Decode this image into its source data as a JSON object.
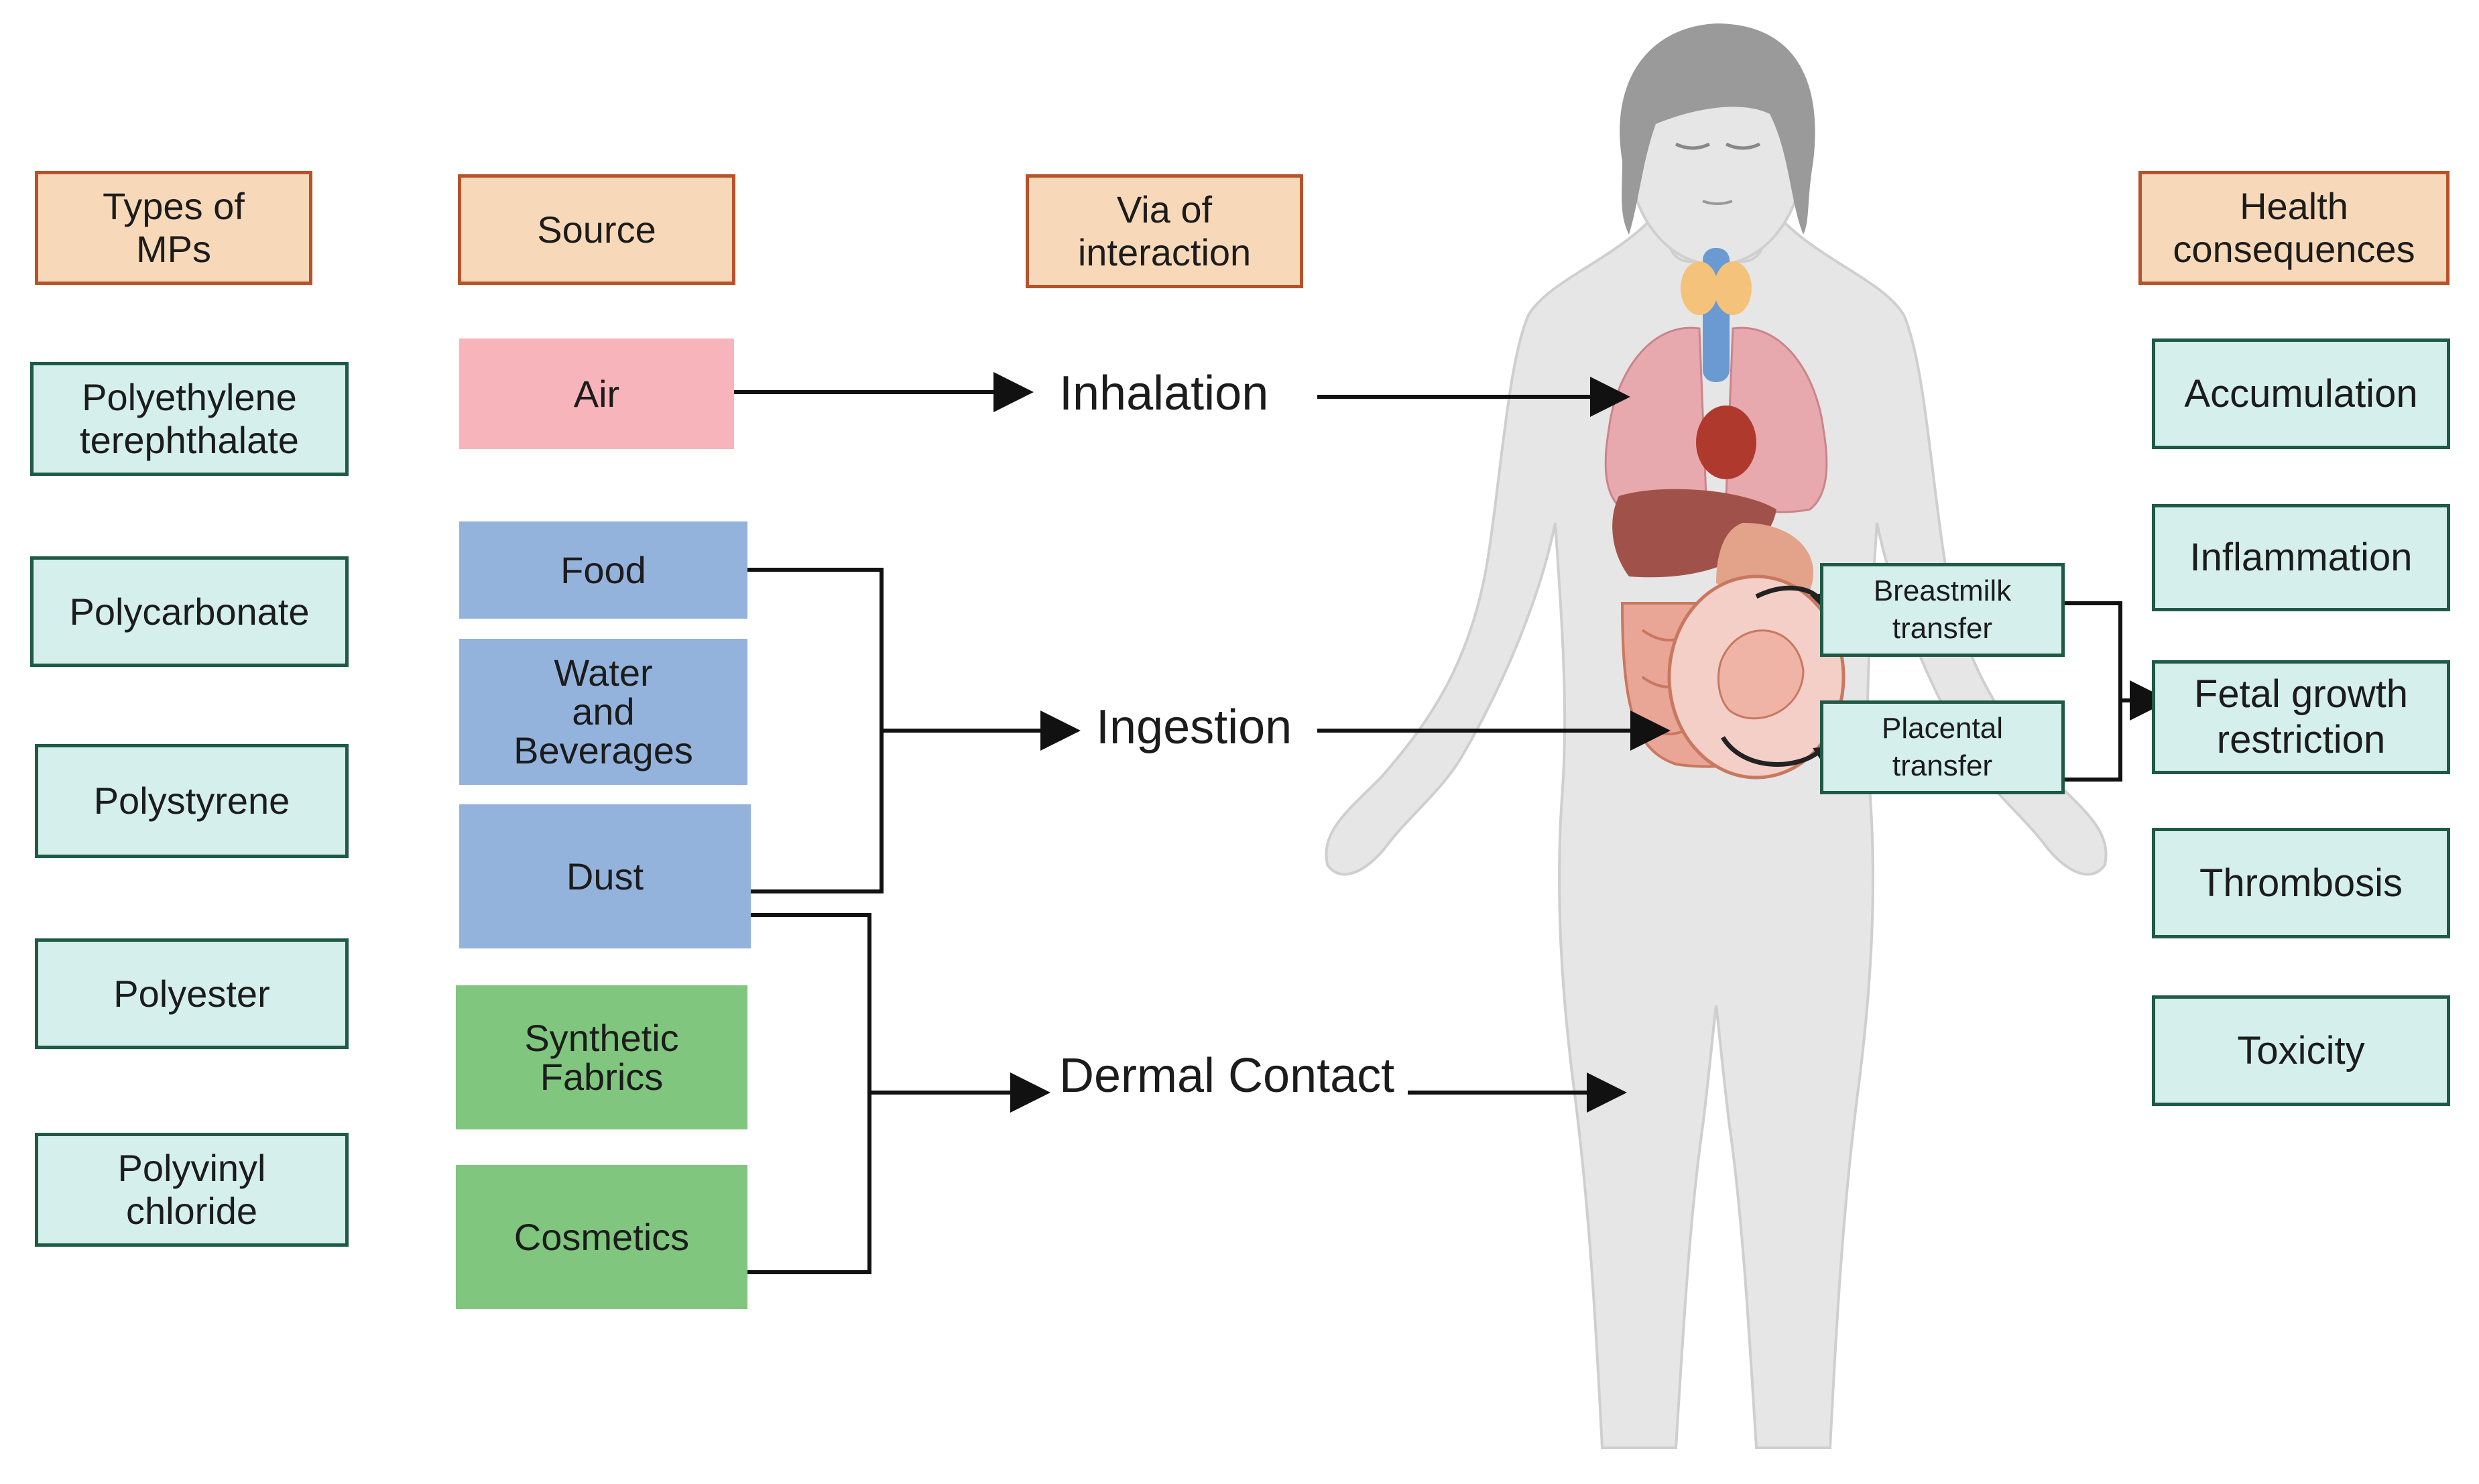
{
  "headers": {
    "types": "Types of\nMPs",
    "source": "Source",
    "via": "Via of\ninteraction",
    "health": "Health\nconsequences"
  },
  "types_of_mps": [
    "Polyethylene\nterephthalate",
    "Polycarbonate",
    "Polystyrene",
    "Polyester",
    "Polyvinyl\nchloride"
  ],
  "sources": {
    "air": "Air",
    "food": "Food",
    "water": "Water\nand\nBeverages",
    "dust": "Dust",
    "fabrics": "Synthetic\nFabrics",
    "cosmetics": "Cosmetics"
  },
  "routes": {
    "inhalation": "Inhalation",
    "ingestion": "Ingestion",
    "dermal": "Dermal Contact"
  },
  "transfers": {
    "breastmilk": "Breastmilk\ntransfer",
    "placental": "Placental\ntransfer"
  },
  "health_consequences": [
    "Accumulation",
    "Inflammation",
    "Fetal growth\nrestriction",
    "Thrombosis",
    "Toxicity"
  ],
  "colors": {
    "header_fill": "#f7d9b9",
    "header_border": "#b8522a",
    "mp_fill": "#d4efec",
    "mp_border": "#1f5a45",
    "air": "#f8b4bb",
    "blue_sources": "#94b3dc",
    "green_sources": "#80c67e"
  }
}
